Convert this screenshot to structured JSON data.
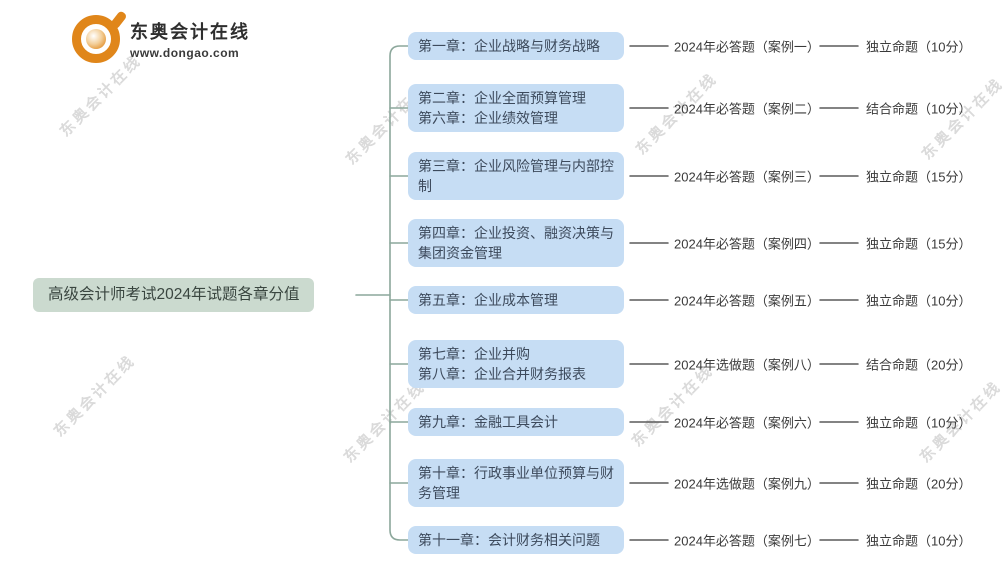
{
  "logo": {
    "title": "东奥会计在线",
    "url": "www.dongao.com"
  },
  "watermark": {
    "text": "东奥会计在线"
  },
  "root": {
    "label": "高级会计师考试2024年试题各章分值"
  },
  "branches": [
    {
      "chapters": [
        "第一章：企业战略与财务战略"
      ],
      "exam": "2024年必答题（案例一）",
      "score": "独立命题（10分）"
    },
    {
      "chapters": [
        "第二章：企业全面预算管理",
        "第六章：企业绩效管理"
      ],
      "exam": "2024年必答题（案例二）",
      "score": "结合命题（10分）"
    },
    {
      "chapters": [
        "第三章：企业风险管理与内部控制"
      ],
      "exam": "2024年必答题（案例三）",
      "score": "独立命题（15分）"
    },
    {
      "chapters": [
        "第四章：企业投资、融资决策与集团资金管理"
      ],
      "exam": "2024年必答题（案例四）",
      "score": "独立命题（15分）"
    },
    {
      "chapters": [
        "第五章：企业成本管理"
      ],
      "exam": "2024年必答题（案例五）",
      "score": "独立命题（10分）"
    },
    {
      "chapters": [
        "第七章：企业并购",
        "第八章：企业合并财务报表"
      ],
      "exam": "2024年选做题（案例八）",
      "score": "结合命题（20分）"
    },
    {
      "chapters": [
        "第九章：金融工具会计"
      ],
      "exam": "2024年必答题（案例六）",
      "score": "独立命题（10分）"
    },
    {
      "chapters": [
        "第十章：行政事业单位预算与财务管理"
      ],
      "exam": "2024年选做题（案例九）",
      "score": "独立命题（20分）"
    },
    {
      "chapters": [
        "第十一章：会计财务相关问题"
      ],
      "exam": "2024年必答题（案例七）",
      "score": "独立命题（10分）"
    }
  ],
  "colors": {
    "chapter_box_bg": "#c6ddf4",
    "chapter_text": "#3d4a5c",
    "root_box_bg": "#cbdacf",
    "root_text": "#3a4640",
    "trunk_line": "#8ca79b",
    "connector_line": "#5a5a5a",
    "label_text": "#3a3a3a",
    "logo_orange": "#e0861a",
    "watermark": "#dadada"
  }
}
